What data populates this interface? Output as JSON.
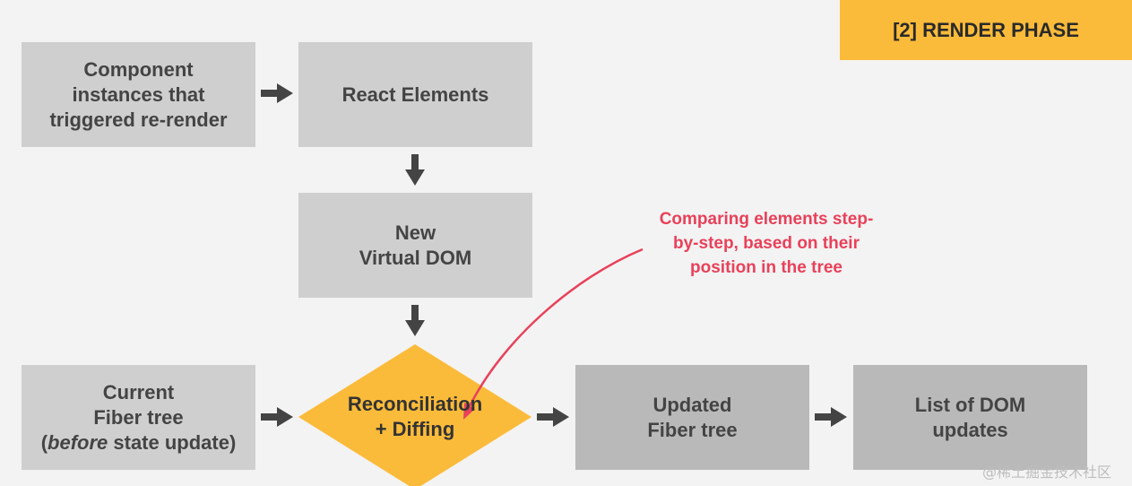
{
  "phase_badge": {
    "label": "[2] RENDER PHASE",
    "color": "#fbbb3a"
  },
  "nodes": {
    "component_instances": [
      "Component",
      "instances that",
      "triggered re-render"
    ],
    "react_elements": [
      "React Elements"
    ],
    "virtual_dom": [
      "New",
      "Virtual DOM"
    ],
    "current_fiber": {
      "line1": "Current",
      "line2": "Fiber tree",
      "line3_em": "before",
      "line3_rest": " state update)",
      "line3_open": "("
    },
    "reconciliation": [
      "Reconciliation",
      "+ Diffing"
    ],
    "updated_fiber": [
      "Updated",
      "Fiber tree"
    ],
    "dom_updates": [
      "List of DOM",
      "updates"
    ]
  },
  "annotation": {
    "line1": "Comparing elements step-",
    "line2": "by-step, based on their",
    "line3": "position in the tree",
    "color": "#e8415a"
  },
  "colors": {
    "box_light": "#cfcfcf",
    "box_dark": "#b9b9b9",
    "diamond": "#fbbb3a",
    "arrow": "#444444"
  },
  "watermark": "@稀土掘金技术社区"
}
